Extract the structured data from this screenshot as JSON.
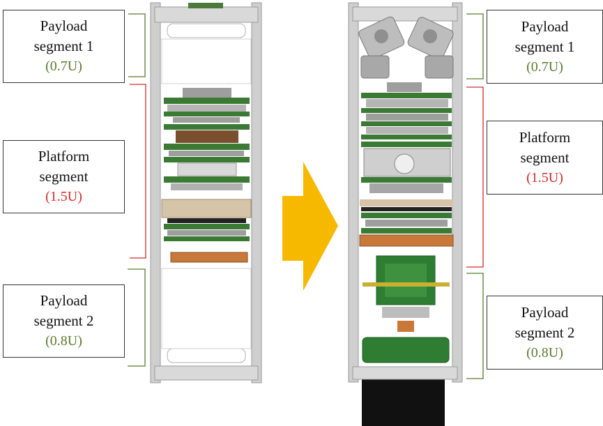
{
  "labels": {
    "left_payload1": {
      "line1": "Payload",
      "line2": "segment 1",
      "size": "(0.7U)"
    },
    "left_platform": {
      "line1": "Platform",
      "line2": "segment",
      "size": "(1.5U)"
    },
    "left_payload2": {
      "line1": "Payload",
      "line2": "segment 2",
      "size": "(0.8U)"
    },
    "right_payload1": {
      "line1": "Payload",
      "line2": "segment 1",
      "size": "(0.7U)"
    },
    "right_platform": {
      "line1": "Platform",
      "line2": "segment",
      "size": "(1.5U)"
    },
    "right_payload2": {
      "line1": "Payload",
      "line2": "segment 2",
      "size": "(0.8U)"
    }
  },
  "colors": {
    "payload_bracket": "#5b7a2e",
    "platform_bracket": "#d42a2a",
    "arrow": "#f7b800",
    "frame": "#c9c9c9",
    "pcb": "#2e7d32"
  }
}
